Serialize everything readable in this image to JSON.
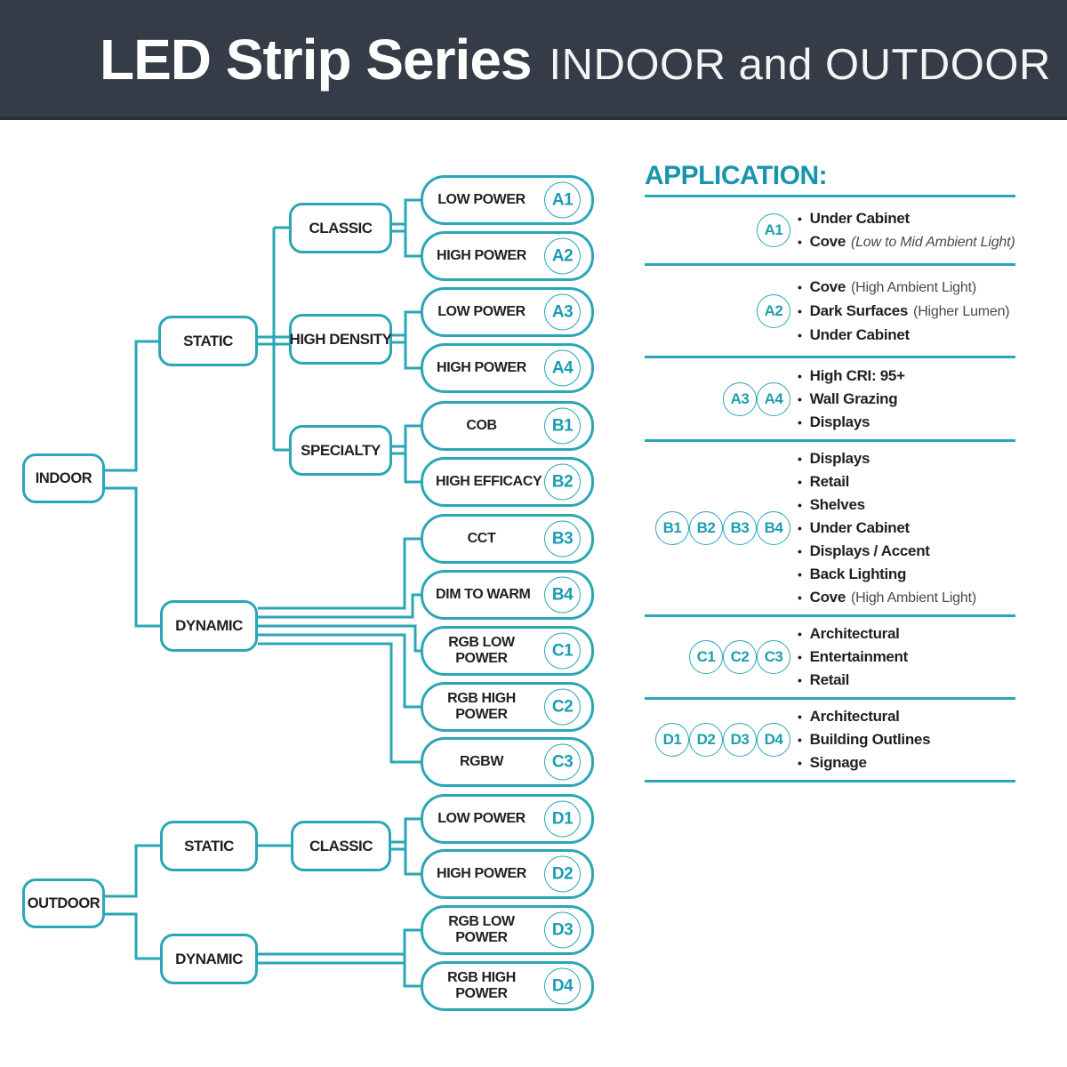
{
  "header": {
    "title": "LED Strip Series",
    "subtitle": "INDOOR and OUTDOOR"
  },
  "colors": {
    "teal_stroke": "#2aa7b6",
    "teal_text": "#1b9eb1",
    "heading_teal": "#1895ab",
    "header_bg": "#353b47",
    "text_dark": "#231f20"
  },
  "flowchart": {
    "roots": [
      {
        "label": "INDOOR"
      },
      {
        "label": "OUTDOOR"
      }
    ],
    "mids": [
      {
        "label": "STATIC"
      },
      {
        "label": "DYNAMIC"
      },
      {
        "label": "CLASSIC"
      },
      {
        "label": "HIGH DENSITY"
      },
      {
        "label": "SPECIALTY"
      },
      {
        "label": "STATIC"
      },
      {
        "label": "CLASSIC"
      },
      {
        "label": "DYNAMIC"
      }
    ],
    "leaves": [
      {
        "label": "LOW POWER",
        "badge": "A1"
      },
      {
        "label": "HIGH POWER",
        "badge": "A2"
      },
      {
        "label": "LOW POWER",
        "badge": "A3"
      },
      {
        "label": "HIGH POWER",
        "badge": "A4"
      },
      {
        "label": "COB",
        "badge": "B1"
      },
      {
        "label": "HIGH EFFICACY",
        "badge": "B2"
      },
      {
        "label": "CCT",
        "badge": "B3"
      },
      {
        "label": "DIM TO WARM",
        "badge": "B4"
      },
      {
        "label": "RGB LOW\nPOWER",
        "badge": "C1"
      },
      {
        "label": "RGB HIGH\nPOWER",
        "badge": "C2"
      },
      {
        "label": "RGBW",
        "badge": "C3"
      },
      {
        "label": "LOW POWER",
        "badge": "D1"
      },
      {
        "label": "HIGH POWER",
        "badge": "D2"
      },
      {
        "label": "RGB LOW\nPOWER",
        "badge": "D3"
      },
      {
        "label": "RGB HIGH\nPOWER",
        "badge": "D4"
      }
    ]
  },
  "application": {
    "heading": "APPLICATION:",
    "rows": [
      {
        "badges": [
          "A1"
        ],
        "items": [
          {
            "bold": "Under Cabinet"
          },
          {
            "bold": "Cove",
            "note": "(Low to Mid Ambient Light)"
          }
        ]
      },
      {
        "badges": [
          "A2"
        ],
        "items": [
          {
            "bold": "Cove",
            "note": "(High Ambient Light)"
          },
          {
            "bold": "Dark Surfaces",
            "note": "(Higher Lumen)"
          },
          {
            "bold": "Under Cabinet"
          }
        ]
      },
      {
        "badges": [
          "A3",
          "A4"
        ],
        "items": [
          {
            "bold": "High CRI: 95+"
          },
          {
            "bold": "Wall Grazing"
          },
          {
            "bold": "Displays"
          }
        ]
      },
      {
        "badges": [
          "B1",
          "B2",
          "B3",
          "B4"
        ],
        "items": [
          {
            "bold": "Displays"
          },
          {
            "bold": "Retail"
          },
          {
            "bold": "Shelves"
          },
          {
            "bold": "Under Cabinet"
          },
          {
            "bold": "Displays / Accent"
          },
          {
            "bold": "Back Lighting"
          },
          {
            "bold": "Cove",
            "note": "(High Ambient Light)"
          }
        ]
      },
      {
        "badges": [
          "C1",
          "C2",
          "C3"
        ],
        "items": [
          {
            "bold": "Architectural"
          },
          {
            "bold": "Entertainment"
          },
          {
            "bold": "Retail"
          }
        ]
      },
      {
        "badges": [
          "D1",
          "D2",
          "D3",
          "D4"
        ],
        "items": [
          {
            "bold": "Architectural"
          },
          {
            "bold": "Building Outlines"
          },
          {
            "bold": "Signage"
          }
        ]
      }
    ]
  }
}
